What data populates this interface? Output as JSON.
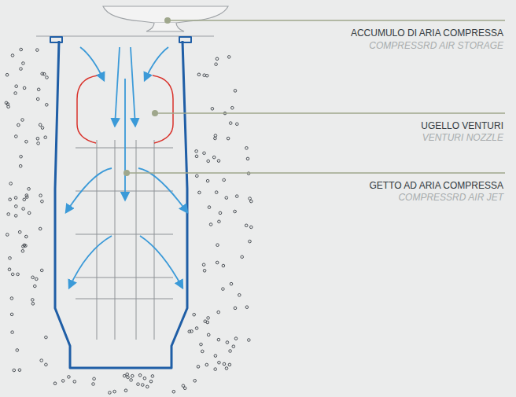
{
  "diagram": {
    "labels": [
      "ACCUMULO DI ARIA COMPRESSA",
      "COMPRESSRD AIR STORAGE",
      "UGELLO VENTURI",
      "VENTURI NOZZLE",
      "GETTO AD ARIA COMPRESSA",
      "COMPRESSRD AIR JET"
    ]
  }
}
